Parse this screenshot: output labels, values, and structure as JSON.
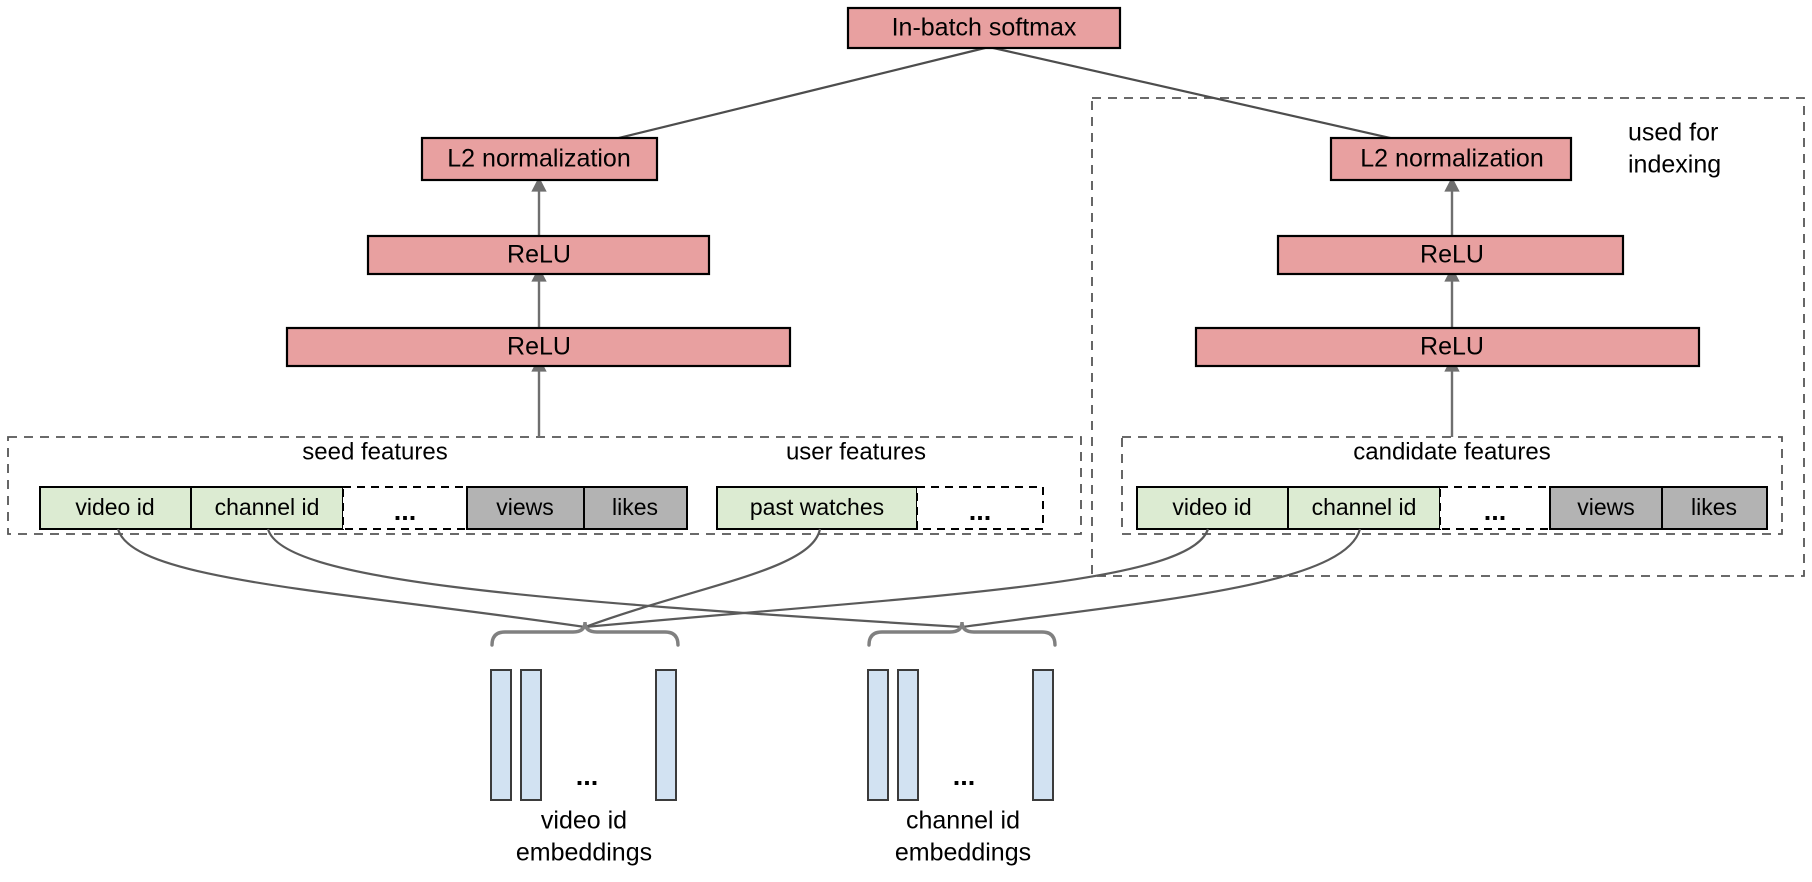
{
  "title_box": {
    "label": "In-batch softmax"
  },
  "towers": [
    {
      "name": "query-tower",
      "l2": "L2 normalization",
      "relu_upper": "ReLU",
      "relu_lower": "ReLU"
    },
    {
      "name": "candidate-tower",
      "l2": "L2 normalization",
      "relu_upper": "ReLU",
      "relu_lower": "ReLU"
    }
  ],
  "annotations": {
    "used_for_indexing_line1": "used for",
    "used_for_indexing_line2": "indexing"
  },
  "feature_groups": [
    {
      "name": "seed-features",
      "label": "seed features",
      "cells": [
        {
          "label": "video id",
          "style": "green"
        },
        {
          "label": "channel id",
          "style": "green"
        },
        {
          "label": "...",
          "style": "dashed"
        },
        {
          "label": "views",
          "style": "gray"
        },
        {
          "label": "likes",
          "style": "gray"
        }
      ]
    },
    {
      "name": "user-features",
      "label": "user features",
      "cells": [
        {
          "label": "past watches",
          "style": "green"
        },
        {
          "label": "...",
          "style": "dashed"
        }
      ]
    },
    {
      "name": "candidate-features",
      "label": "candidate features",
      "cells": [
        {
          "label": "video id",
          "style": "green"
        },
        {
          "label": "channel id",
          "style": "green"
        },
        {
          "label": "...",
          "style": "dashed"
        },
        {
          "label": "views",
          "style": "gray"
        },
        {
          "label": "likes",
          "style": "gray"
        }
      ]
    }
  ],
  "embeddings": [
    {
      "name": "video-id-embeddings",
      "label_line1": "video id",
      "label_line2": "embeddings",
      "ellipsis": "..."
    },
    {
      "name": "channel-id-embeddings",
      "label_line1": "channel  id",
      "label_line2": "embeddings",
      "ellipsis": "..."
    }
  ],
  "colors": {
    "nn_block": "#e8a0a0",
    "categorical_feature": "#dcebd2",
    "dense_feature": "#b3b3b3",
    "embedding_bar": "#d2e2f2",
    "dashed_border": "#555555"
  }
}
